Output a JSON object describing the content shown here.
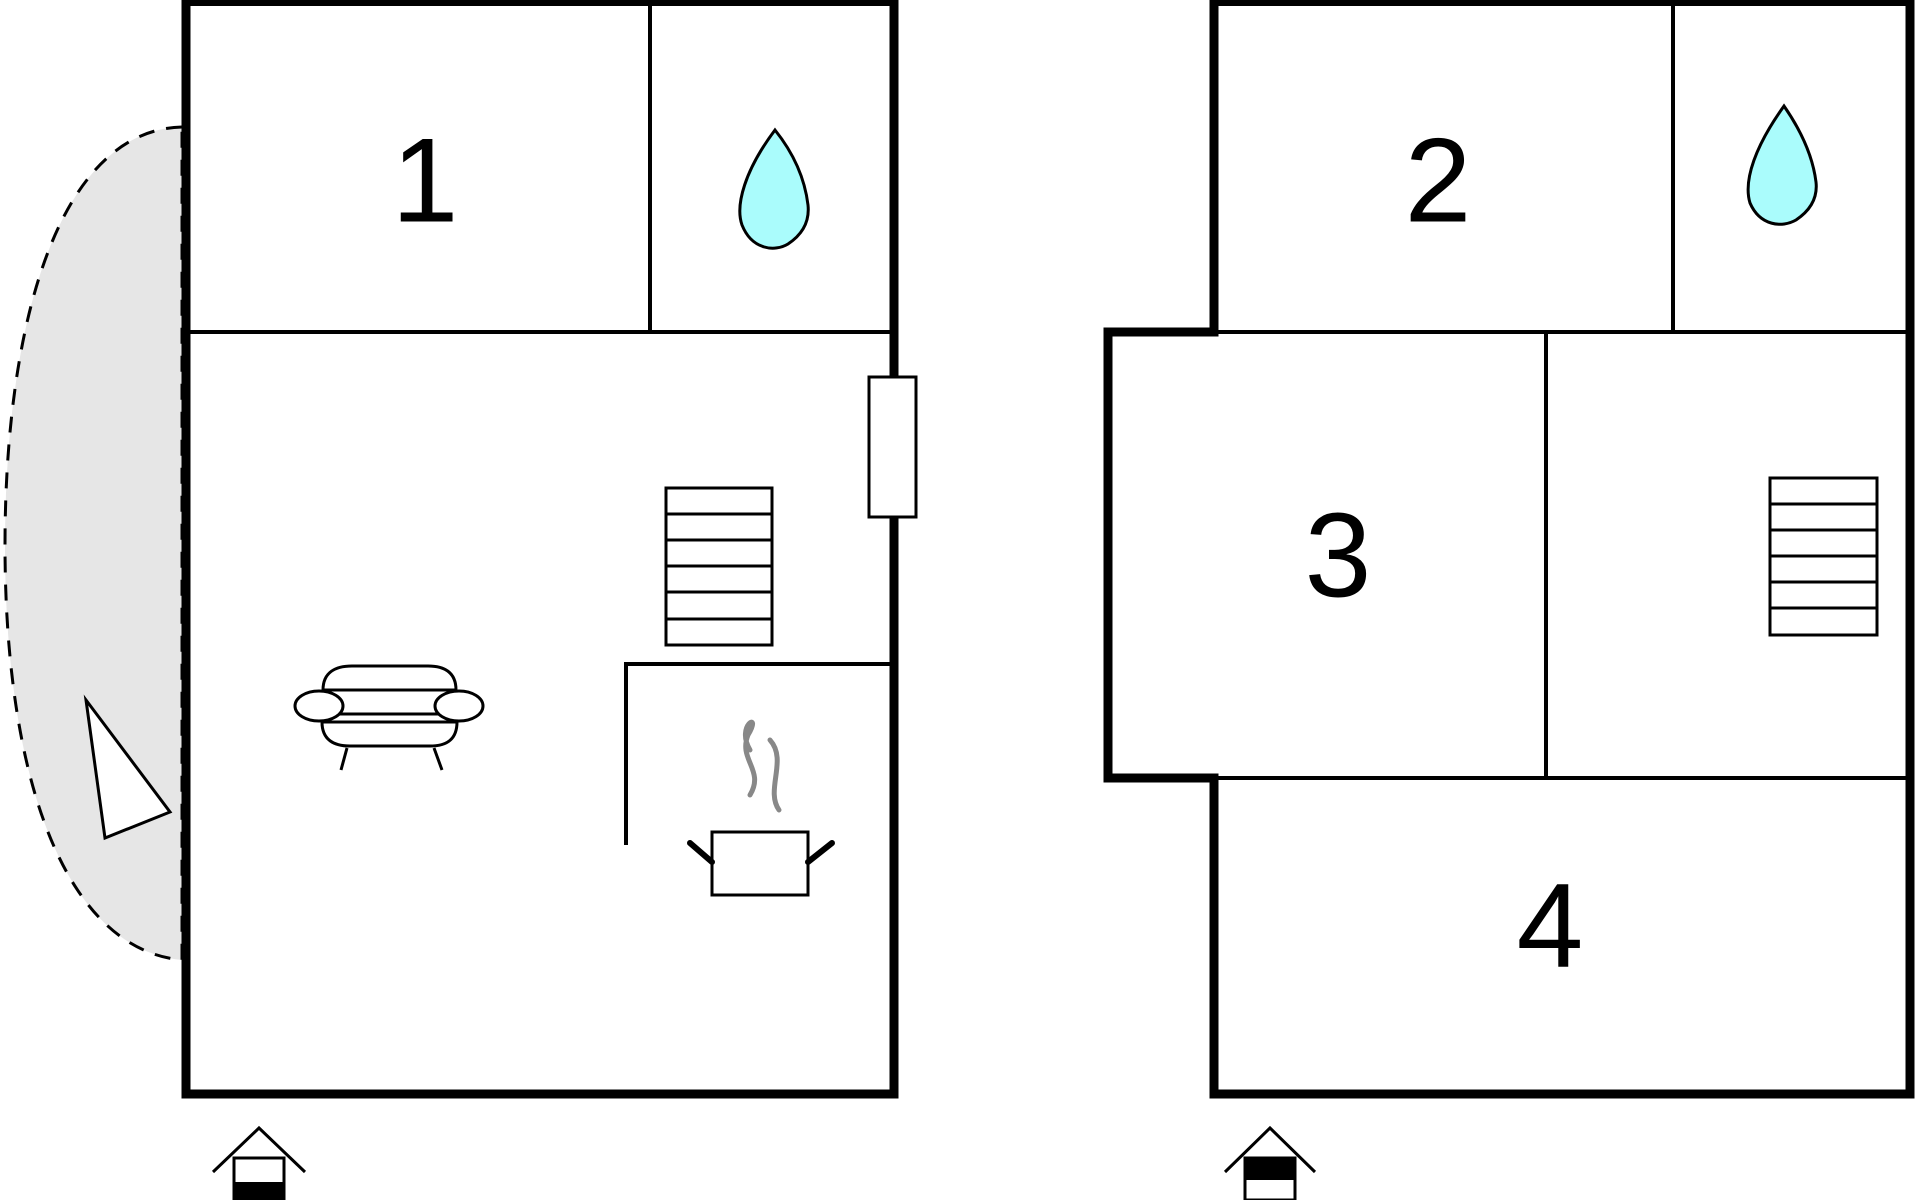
{
  "plan": {
    "floors": [
      {
        "id": "ground-floor",
        "rooms": [
          {
            "id": "room-1",
            "label": "1"
          }
        ],
        "icons": [
          "water-drop-icon",
          "sofa-icon",
          "stairs-icon",
          "cooking-pot-icon",
          "terrace-triangle-icon",
          "entrance-house-icon",
          "window-icon"
        ]
      },
      {
        "id": "upper-floor",
        "rooms": [
          {
            "id": "room-2",
            "label": "2"
          },
          {
            "id": "room-3",
            "label": "3"
          },
          {
            "id": "room-4",
            "label": "4"
          }
        ],
        "icons": [
          "water-drop-icon",
          "stairs-icon",
          "entrance-house-icon"
        ]
      }
    ],
    "colors": {
      "wall": "#000000",
      "water": "#aafcfc",
      "terrace": "#e6e6e6",
      "steam": "#888888",
      "background": "#ffffff"
    }
  }
}
